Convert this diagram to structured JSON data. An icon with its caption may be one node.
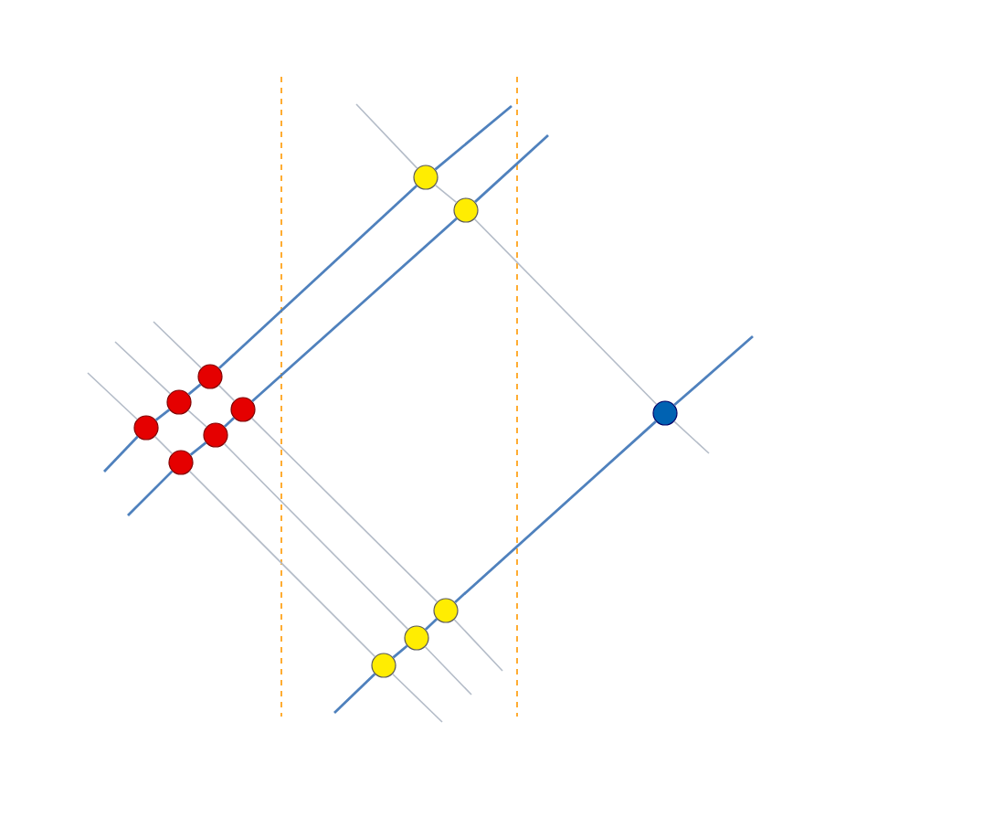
{
  "diagram": {
    "nodes": [
      {
        "text": [],
        "shape": "circle"
      },
      {
        "text": [],
        "shape": "circle"
      },
      {
        "text": [],
        "shape": "circle"
      },
      {
        "text": [],
        "shape": "circle"
      },
      {
        "text": [],
        "shape": "circle"
      },
      {
        "text": [],
        "shape": "circle"
      },
      {
        "text": [],
        "shape": "circle"
      },
      {
        "text": [],
        "shape": "circle"
      },
      {
        "text": [],
        "shape": "circle"
      },
      {
        "text": [],
        "shape": "circle"
      },
      {
        "text": [],
        "shape": "circle"
      },
      {
        "text": [],
        "shape": "circle"
      }
    ],
    "edges": [
      {
        "from": 6,
        "to": 3,
        "arrow": "none"
      },
      {
        "from": 3,
        "to": 2,
        "arrow": "none"
      },
      {
        "from": 2,
        "to": 0,
        "arrow": "none"
      },
      {
        "from": 8,
        "to": 7,
        "arrow": "none"
      },
      {
        "from": 7,
        "to": 4,
        "arrow": "none"
      },
      {
        "from": 4,
        "to": 1,
        "arrow": "none"
      },
      {
        "from": 11,
        "to": 10,
        "arrow": "none"
      },
      {
        "from": 10,
        "to": 9,
        "arrow": "none"
      },
      {
        "from": 9,
        "to": 5,
        "arrow": "none"
      },
      {
        "from": 0,
        "to": 1,
        "arrow": "none",
        "color": "#b4bcc8"
      },
      {
        "from": 1,
        "to": 5,
        "arrow": "none",
        "color": "#b4bcc8"
      },
      {
        "from": 6,
        "to": 8,
        "arrow": "none",
        "color": "#b4bcc8"
      },
      {
        "from": 8,
        "to": 11,
        "arrow": "none",
        "color": "#b4bcc8"
      },
      {
        "from": 3,
        "to": 7,
        "arrow": "none",
        "color": "#b4bcc8"
      },
      {
        "from": 7,
        "to": 10,
        "arrow": "none",
        "color": "#b4bcc8"
      },
      {
        "from": 2,
        "to": 4,
        "arrow": "none",
        "color": "#b4bcc8"
      },
      {
        "from": 4,
        "to": 9,
        "arrow": "none",
        "color": "#b4bcc8"
      }
    ]
  }
}
